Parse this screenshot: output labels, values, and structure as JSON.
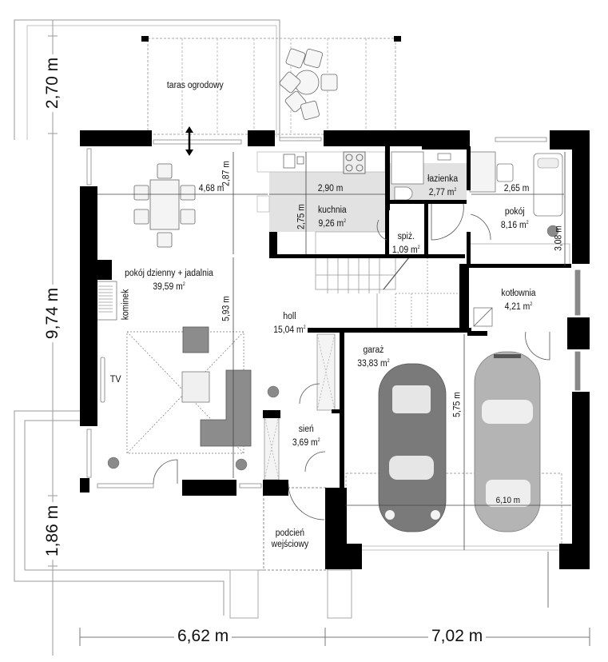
{
  "plan": {
    "type": "floor-plan",
    "colors": {
      "wall": "#000000",
      "kitchen_fill": "#e2e2e2",
      "bathroom_fill": "#e2e2e2",
      "car_dark": "#7a7a7a",
      "car_light": "#b4b4b4",
      "sofa": "#8c8c8c",
      "line": "#9a9a9a"
    },
    "rooms": {
      "taras": {
        "name": "taras ogrodowy",
        "area": ""
      },
      "salon": {
        "name": "pokój dzienny + jadalnia",
        "area": "39,59 m",
        "unit_sup": "2"
      },
      "kuchnia": {
        "name": "kuchnia",
        "area": "9,26 m",
        "unit_sup": "2"
      },
      "lazienka": {
        "name": "łazienka",
        "area": "2,77 m",
        "unit_sup": "2"
      },
      "pokoj": {
        "name": "pokój",
        "area": "8,16 m",
        "unit_sup": "2"
      },
      "spiz": {
        "name": "spiż.",
        "area": "1,09 m",
        "unit_sup": "2"
      },
      "holl": {
        "name": "holl",
        "area": "15,04 m",
        "unit_sup": "2"
      },
      "kotlownia": {
        "name": "kotłownia",
        "area": "4,21 m",
        "unit_sup": "2"
      },
      "garaz": {
        "name": "garaż",
        "area": "33,83 m",
        "unit_sup": "2"
      },
      "sien": {
        "name": "sień",
        "area": "3,69 m",
        "unit_sup": "2"
      },
      "podcien": {
        "name": "podcień",
        "name2": "wejściowy"
      }
    },
    "fixtures": {
      "kominek": "kominek",
      "tv": "TV"
    },
    "inner_dimensions": {
      "salon_width": "4,68 m",
      "salon_depth_top": "2,87 m",
      "salon_depth_main": "5,93 m",
      "kuchnia_width": "2,90 m",
      "kuchnia_depth": "2,75 m",
      "pokoj_width": "2,65 m",
      "pokoj_depth": "3,08 m",
      "garaz_depth": "5,75 m",
      "garaz_width": "6,10 m"
    },
    "outer_dimensions": {
      "left_top": "2,70 m",
      "left_middle": "9,74 m",
      "left_bottom": "1,86 m",
      "bottom_left": "6,62 m",
      "bottom_right": "7,02 m"
    }
  }
}
